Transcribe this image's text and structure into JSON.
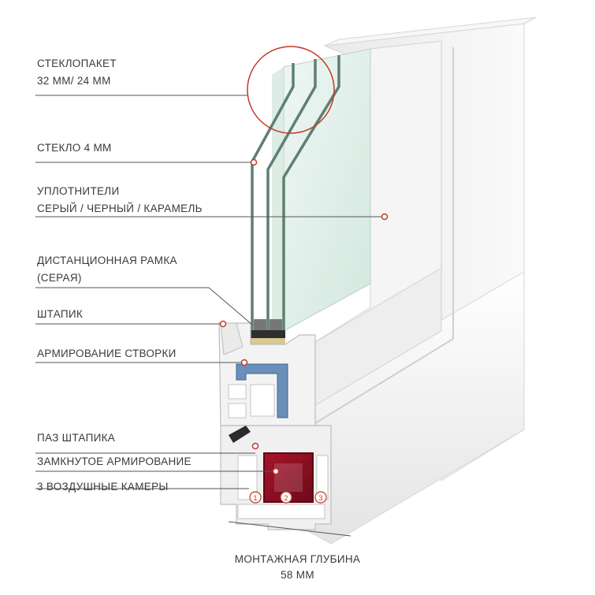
{
  "labels": {
    "glass_unit": [
      "СТЕКЛОПАКЕТ",
      "32 ММ/ 24 ММ"
    ],
    "glass": [
      "СТЕКЛО 4 ММ"
    ],
    "seals": [
      "УПЛОТНИТЕЛИ",
      "СЕРЫЙ / ЧЕРНЫЙ / КАРАМЕЛЬ"
    ],
    "spacer": [
      "ДИСТАНЦИОННАЯ РАМКА",
      "(СЕРАЯ)"
    ],
    "bead": [
      "ШТАПИК"
    ],
    "sash_reinforcement": [
      "АРМИРОВАНИЕ СТВОРКИ"
    ],
    "bead_groove": [
      "ПАЗ ШТАПИКА"
    ],
    "closed_reinforcement": [
      "ЗАМКНУТОЕ АРМИРОВАНИЕ"
    ],
    "air_chambers": [
      "3 ВОЗДУШНЫЕ КАМЕРЫ"
    ]
  },
  "chamber_numbers": [
    "1",
    "2",
    "3"
  ],
  "caption": [
    "МОНТАЖНАЯ ГЛУБИНА",
    "58 ММ"
  ],
  "colors": {
    "text": "#3a3a3a",
    "leader": "#555555",
    "accent": "#c0392b",
    "profile": "#f2f2f2",
    "glass": "#d9ece4",
    "reinforcement": "#8a0f22",
    "sash_steel": "#6a8fb8"
  }
}
